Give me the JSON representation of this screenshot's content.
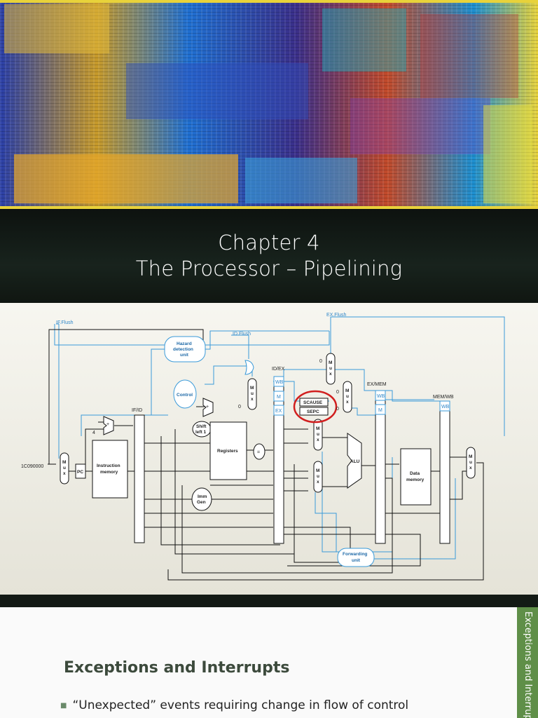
{
  "slide1": {
    "image": "processor-die-photo",
    "title_line1": "Chapter 4",
    "title_line2": "The Processor – Pipelining"
  },
  "diagram": {
    "signals": {
      "if_flush": "IF.Flush",
      "id_flush": "ID.Flush",
      "ex_flush": "EX.Flush"
    },
    "units": {
      "hazard": [
        "Hazard",
        "detection",
        "unit"
      ],
      "control": "Control",
      "forwarding": [
        "Forwarding",
        "unit"
      ],
      "registers": "Registers",
      "instruction_memory": [
        "Instruction",
        "memory"
      ],
      "data_memory": [
        "Data",
        "memory"
      ],
      "imm_gen": [
        "Imm",
        "Gen"
      ],
      "shift": [
        "Shift",
        "left 1"
      ],
      "alu": "ALU",
      "pc": "PC",
      "scause": "SCAUSE",
      "sepc": "SEPC",
      "equals": "=",
      "plus": "+",
      "four": "4",
      "address": "1C090000",
      "zero": "0",
      "mux_letters": [
        "M",
        "u",
        "x"
      ]
    },
    "pipeline_registers": {
      "if_id": "IF/ID",
      "id_ex": "ID/EX",
      "ex_mem": "EX/MEM",
      "mem_wb": "MEM/WB"
    },
    "stage_fields": {
      "wb": "WB",
      "m": "M",
      "ex": "EX"
    },
    "colors": {
      "control_line": "#3a9ad9",
      "datapath_line": "#111111",
      "highlight": "#d11f1f"
    }
  },
  "slide3": {
    "heading": "Exceptions and Interrupts",
    "bullet": "“Unexpected” events requiring change in flow of control",
    "side_tab": "Exceptions and Interrupts"
  }
}
